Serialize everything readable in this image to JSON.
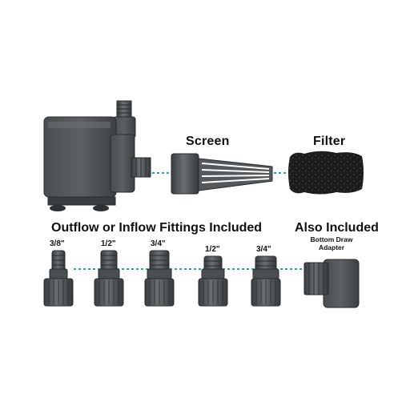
{
  "labels": {
    "screen": "Screen",
    "filter": "Filter",
    "fittings_heading": "Outflow or Inflow Fittings Included",
    "also_included": "Also Included",
    "adapter_line1": "Bottom Draw",
    "adapter_line2": "Adapter"
  },
  "fittings": [
    {
      "size": "3/8\""
    },
    {
      "size": "1/2\""
    },
    {
      "size": "3/4\""
    },
    {
      "size": "1/2\""
    },
    {
      "size": "3/4\""
    }
  ],
  "colors": {
    "body_dark": "#3f4244",
    "body_mid": "#5a5e61",
    "body_light": "#8a8f93",
    "connector": "#2aa5a0",
    "sponge": "#1b1b1b"
  }
}
